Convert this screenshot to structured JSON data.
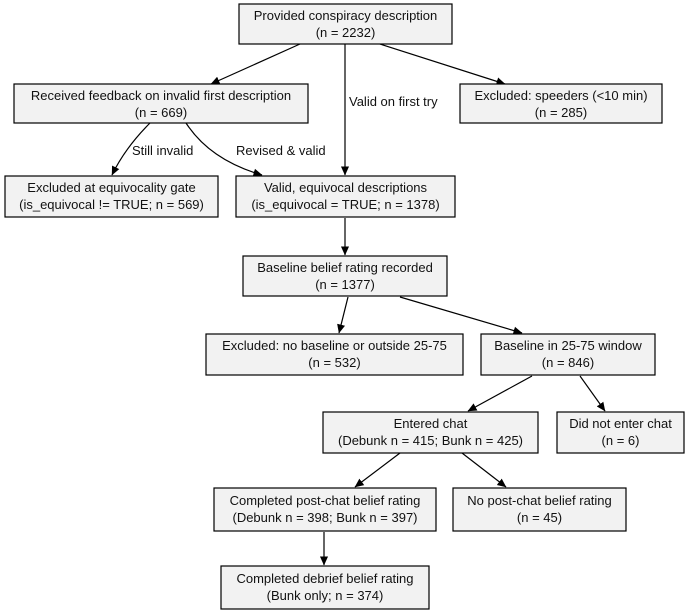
{
  "nodes": {
    "provided": {
      "line1": "Provided conspiracy description",
      "line2": "(n = 2232)"
    },
    "feedback": {
      "line1": "Received feedback on invalid first description",
      "line2": "(n = 669)"
    },
    "speeders": {
      "line1": "Excluded: speeders (<10 min)",
      "line2": "(n = 285)"
    },
    "gate": {
      "line1": "Excluded at equivocality gate",
      "line2": "(is_equivocal != TRUE; n = 569)"
    },
    "valid": {
      "line1": "Valid, equivocal descriptions",
      "line2": "(is_equivocal = TRUE; n = 1378)"
    },
    "baseline": {
      "line1": "Baseline belief rating recorded",
      "line2": "(n = 1377)"
    },
    "nobaseline": {
      "line1": "Excluded: no baseline or outside 25-75",
      "line2": "(n = 532)"
    },
    "window": {
      "line1": "Baseline in 25-75 window",
      "line2": "(n = 846)"
    },
    "chat": {
      "line1": "Entered chat",
      "line2": "(Debunk n = 415; Bunk n = 425)"
    },
    "nochat": {
      "line1": "Did not enter chat",
      "line2": "(n = 6)"
    },
    "postchat": {
      "line1": "Completed post-chat belief rating",
      "line2": "(Debunk n = 398; Bunk n = 397)"
    },
    "nopostchat": {
      "line1": "No post-chat belief rating",
      "line2": "(n = 45)"
    },
    "debrief": {
      "line1": "Completed debrief belief rating",
      "line2": "(Bunk only; n = 374)"
    }
  },
  "edge_labels": {
    "valid_first_try": "Valid on first try",
    "still_invalid": "Still invalid",
    "revised_valid": "Revised & valid"
  }
}
